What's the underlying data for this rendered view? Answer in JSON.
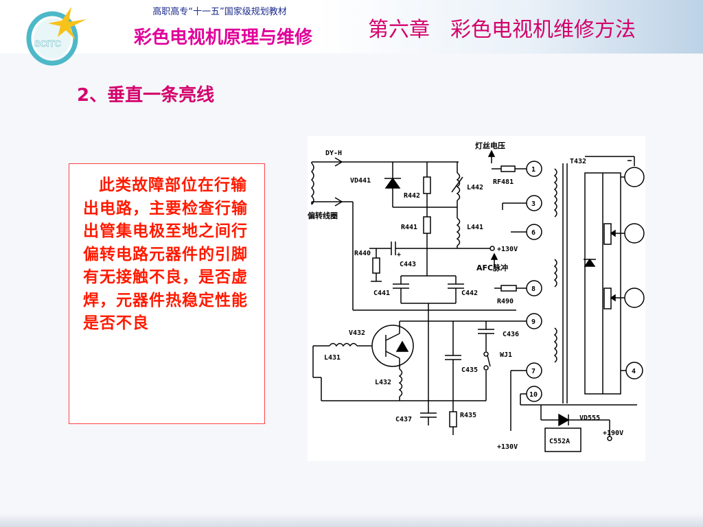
{
  "header": {
    "series": "高职高专“十一五”国家级规划教材",
    "book_title": "彩色电视机原理与维修",
    "chapter": "第六章　彩色电视机维修方法",
    "logo_text": "SCITC"
  },
  "section": {
    "title": "2、垂直一条亮线"
  },
  "description": {
    "text": "此类故障部位在行输出电路，主要检查行输出管集电极至地之间行偏转电路元器件的引脚有无接触不良，是否虚焊，元器件热稳定性能是否不良"
  },
  "circuit": {
    "labels": {
      "dy_h": "DY-H",
      "yoke": "偏转线圈",
      "vd441": "VD441",
      "r442": "R442",
      "l442": "L442",
      "r441": "R441",
      "l441": "L441",
      "r440": "R440",
      "c443": "C443",
      "plus": "+",
      "v130": "+130V",
      "c441": "C441",
      "c442": "C442",
      "v432": "V432",
      "l431": "L431",
      "l432": "L432",
      "c435": "C435",
      "c436": "C436",
      "wj1": "WJ1",
      "c437": "C437",
      "r435": "R435",
      "filament": "灯丝电压",
      "rf481": "RF481",
      "afc": "AFC脉冲",
      "r490": "R490",
      "t432": "T432",
      "vd555": "VD555",
      "c552a": "C552A",
      "v190": "+190V",
      "v130b": "+130V"
    },
    "pins": [
      "1",
      "3",
      "6",
      "8",
      "9",
      "7",
      "10",
      "4"
    ]
  }
}
